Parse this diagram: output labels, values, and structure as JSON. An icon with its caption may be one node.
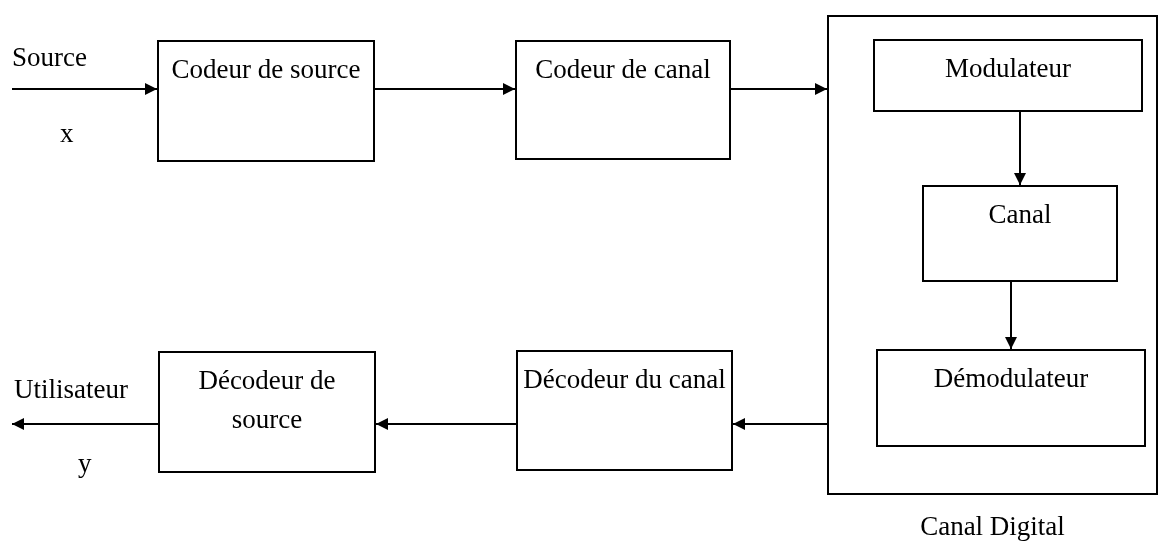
{
  "diagram": {
    "nodes": [
      {
        "text": [
          "Codeur de source"
        ]
      },
      {
        "text": [
          "Codeur de canal"
        ]
      },
      {
        "text": [
          "Canal Digital"
        ]
      },
      {
        "text": [
          "Modulateur"
        ],
        "in": 2
      },
      {
        "text": [
          "Canal"
        ],
        "in": 2
      },
      {
        "text": [
          "Démodulateur"
        ],
        "in": 2
      },
      {
        "text": [
          "Décodeur du canal"
        ]
      },
      {
        "text": [
          "Décodeur de source"
        ]
      }
    ],
    "edges": [
      {
        "from": null,
        "to": 0,
        "arrow": "to"
      },
      {
        "from": 0,
        "to": 1,
        "arrow": "to"
      },
      {
        "from": 1,
        "to": 2,
        "arrow": "to"
      },
      {
        "from": 3,
        "to": 4,
        "arrow": "to"
      },
      {
        "from": 4,
        "to": 5,
        "arrow": "to"
      },
      {
        "from": 2,
        "to": 6,
        "arrow": "to"
      },
      {
        "from": 6,
        "to": 7,
        "arrow": "to"
      },
      {
        "from": 7,
        "to": null,
        "arrow": "to"
      }
    ],
    "labels": [
      "Source",
      "x",
      "Utilisateur",
      "y"
    ]
  }
}
